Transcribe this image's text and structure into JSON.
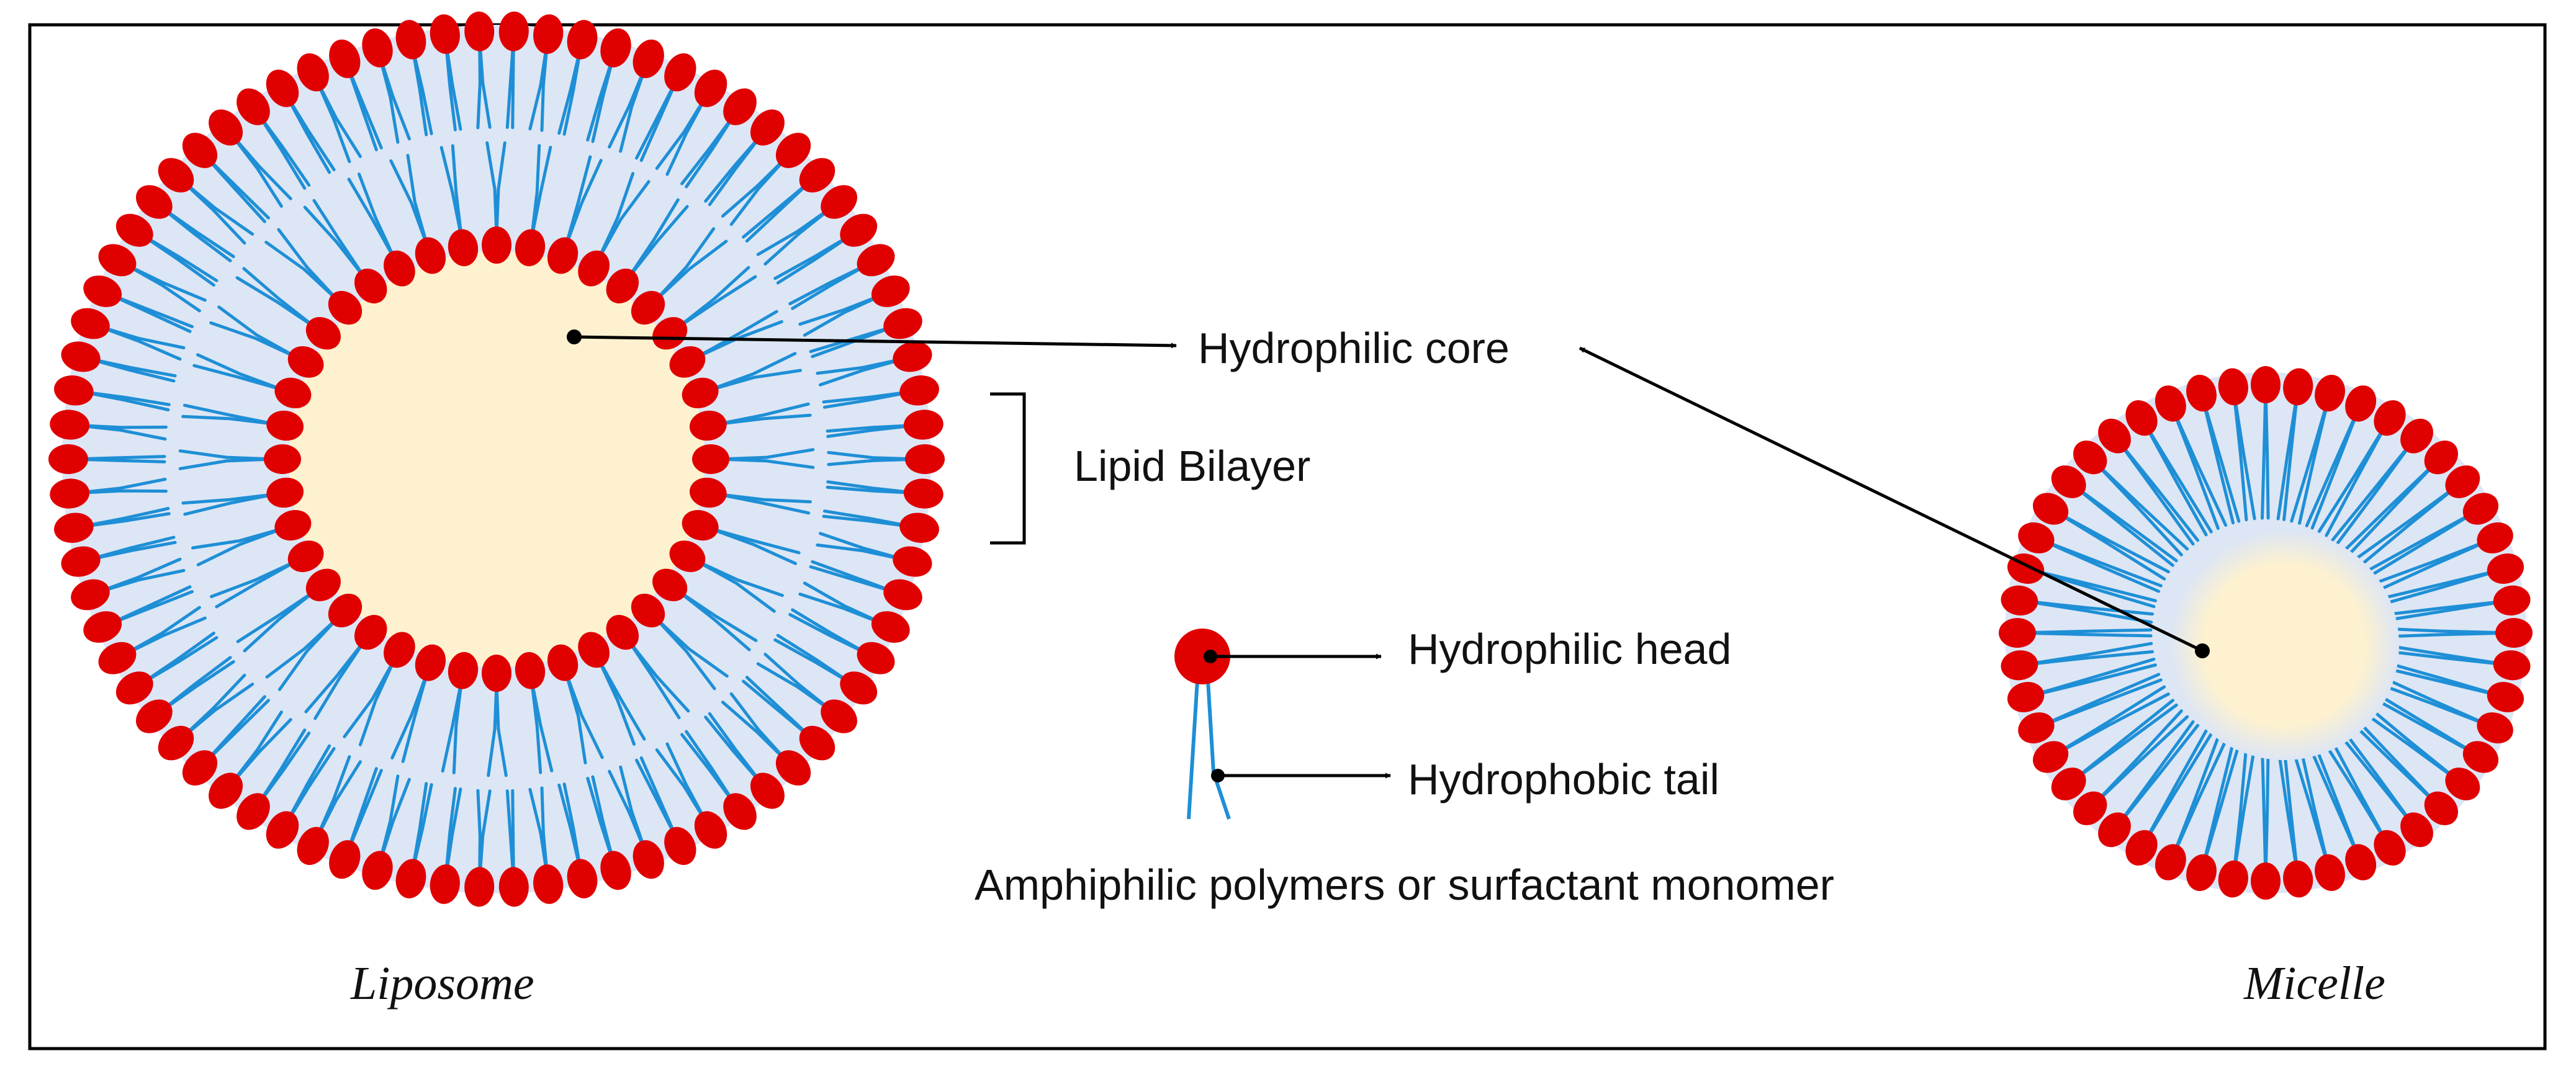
{
  "labels": {
    "hydrophilic_core": "Hydrophilic core",
    "lipid_bilayer": "Lipid Bilayer",
    "hydrophilic_head": "Hydrophilic head",
    "hydrophobic_tail": "Hydrophobic  tail",
    "amphiphilic": "Amphiphilic polymers or surfactant monomer",
    "liposome": "Liposome",
    "micelle": "Micelle"
  },
  "colors": {
    "head": "#e00000",
    "tail": "#1e8fd6",
    "shell_fill": "#dde6f5",
    "core_fill": "#fdf1cf",
    "line": "#000000",
    "border": "#000000"
  },
  "icons": {
    "arrow": "arrowhead",
    "head": "red-circle",
    "tail": "blue-lines"
  }
}
